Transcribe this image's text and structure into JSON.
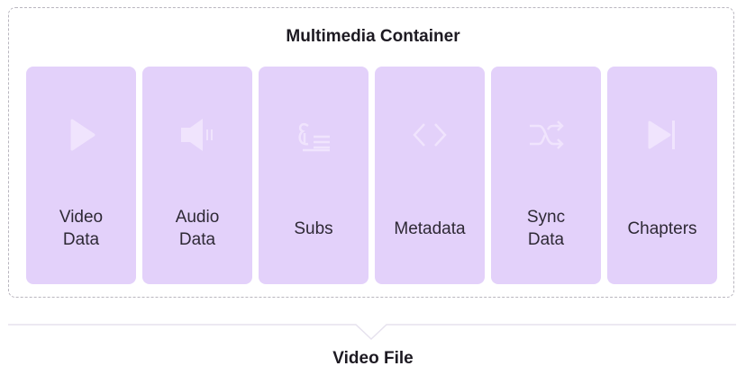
{
  "title": "Multimedia Container",
  "footer": "Video File",
  "colors": {
    "card": "#e3d1fa",
    "icon": "#f0e4fd"
  },
  "cards": [
    {
      "label": "Video\nData",
      "icon": "play-icon"
    },
    {
      "label": "Audio\nData",
      "icon": "speaker-icon"
    },
    {
      "label": "Subs",
      "icon": "subtitles-icon"
    },
    {
      "label": "Metadata",
      "icon": "code-icon"
    },
    {
      "label": "Sync\nData",
      "icon": "shuffle-icon"
    },
    {
      "label": "Chapters",
      "icon": "skip-forward-icon"
    }
  ]
}
